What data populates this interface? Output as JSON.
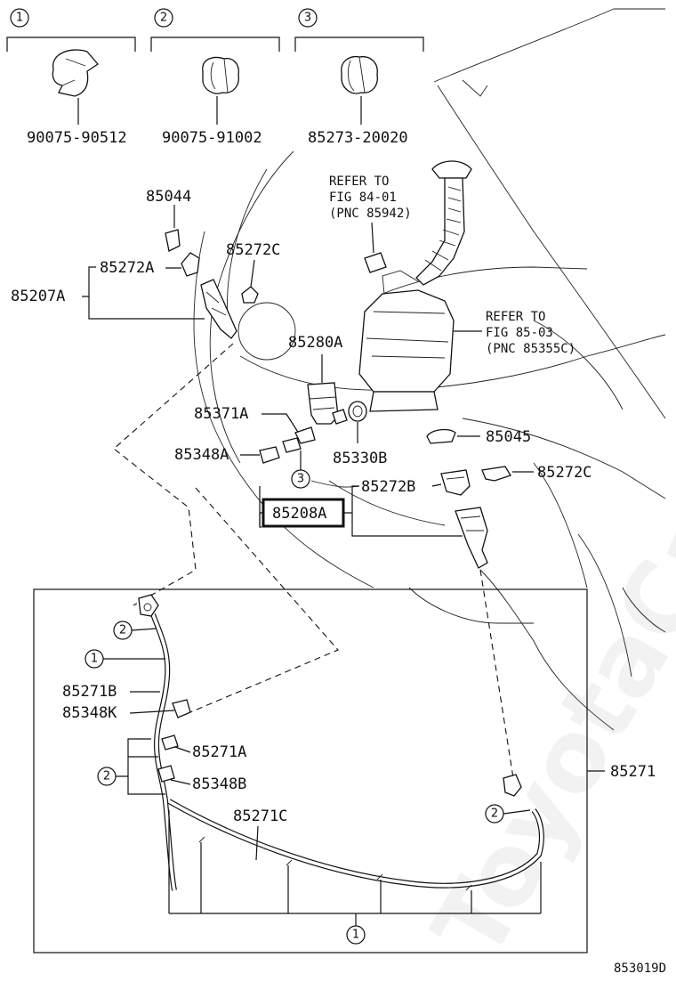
{
  "diagram_code": "853019D",
  "watermark": "ToyotaCatalog.ru",
  "legend": [
    {
      "num": "1",
      "part": "90075-90512",
      "icon": "hose-clip-icon"
    },
    {
      "num": "2",
      "part": "90075-91002",
      "icon": "hose-clamp-icon"
    },
    {
      "num": "3",
      "part": "85273-20020",
      "icon": "clamp-ring-icon"
    }
  ],
  "labels": {
    "p85044": "85044",
    "p85272A": "85272A",
    "p85207A": "85207A",
    "p85272C_top": "85272C",
    "p85280A": "85280A",
    "p85371A": "85371A",
    "p85348A": "85348A",
    "p85330B": "85330B",
    "p85045": "85045",
    "p85272C_right": "85272C",
    "p85272B": "85272B",
    "p85208A": "85208A",
    "p85271B": "85271B",
    "p85348K": "85348K",
    "p85271A": "85271A",
    "p85348B": "85348B",
    "p85271C": "85271C",
    "p85271": "85271"
  },
  "refer1": {
    "line1": "REFER TO",
    "line2": "FIG 84-01",
    "line3": "(PNC 85942)"
  },
  "refer2": {
    "line1": "REFER TO",
    "line2": "FIG 85-03",
    "line3": "(PNC 85355C)"
  },
  "callouts": {
    "c3": "3",
    "c2a": "2",
    "c1a": "1",
    "c2b": "2",
    "c2c": "2",
    "c1b": "1"
  }
}
